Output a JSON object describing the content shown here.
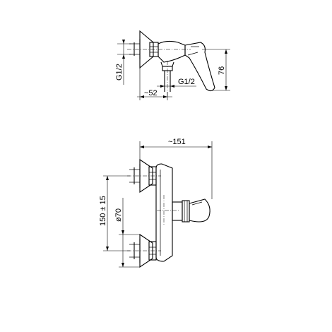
{
  "dimensions": {
    "g_half_left": "G1/2",
    "g_half_bottom": "G1/2",
    "depth_52": "~52",
    "height_76": "76",
    "width_151": "~151",
    "centers": "150 ± 15",
    "diameter": "ø70"
  }
}
